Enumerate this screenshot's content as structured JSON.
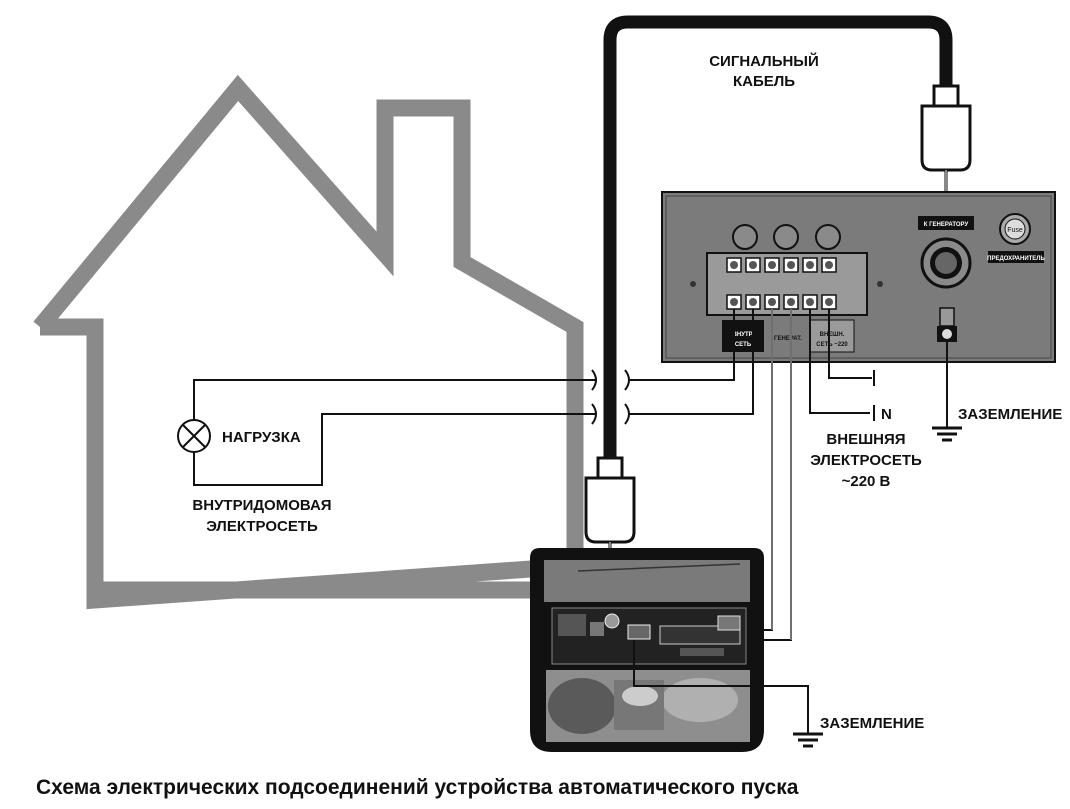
{
  "labels": {
    "signal_cable_line1": "СИГНАЛЬНЫЙ",
    "signal_cable_line2": "КАБЕЛЬ",
    "load": "НАГРУЗКА",
    "home_network_line1": "ВНУТРИДОМОВАЯ",
    "home_network_line2": "ЭЛЕКТРОСЕТЬ",
    "neutral": "N",
    "external_network_line1": "ВНЕШНЯЯ",
    "external_network_line2": "ЭЛЕКТРОСЕТЬ",
    "external_network_line3": "~220 В",
    "ground_right": "ЗАЗЕМЛЕНИЕ",
    "ground_bottom": "ЗАЗЕМЛЕНИЕ"
  },
  "panel": {
    "to_generator": "К ГЕНЕРАТОРУ",
    "fuse": "Fuse",
    "fuse_label": "ПРЕДОХРАНИТЕЛЬ",
    "terminal_home_line1": "ВНУТР.",
    "terminal_home_line2": "СЕТЬ",
    "terminal_generator": "ГЕНЕРАТ.",
    "terminal_ext_line1": "ВНЕШН.",
    "terminal_ext_line2": "СЕТЬ ~220"
  },
  "caption": "Схема электрических подсоединений устройства автоматического пуска"
}
